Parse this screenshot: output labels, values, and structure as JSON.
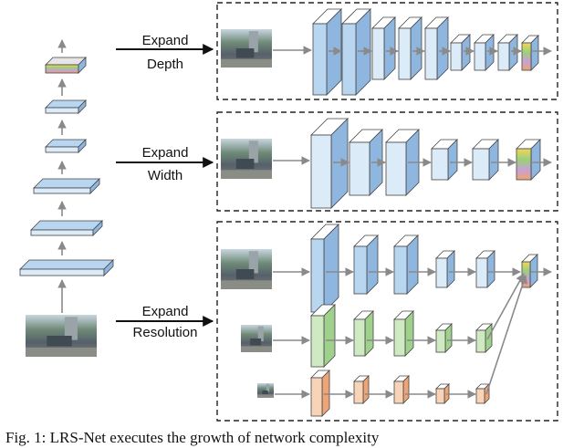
{
  "labels": {
    "depth_line1": "Expand",
    "depth_line2": "Depth",
    "width_line1": "Expand",
    "width_line2": "Width",
    "res_line1": "Expand",
    "res_line2": "Resolution"
  },
  "caption": "Fig. 1: LRS-Net executes the growth of network complexity",
  "colors": {
    "blue_face": "#b9d6f0",
    "blue_side": "#8fb6df",
    "light_face": "#dcebf8",
    "green_face": "#cfe9c2",
    "green_side": "#9fd18d",
    "orange_face": "#f7d3b8",
    "orange_side": "#eea477",
    "arrow": "#8a8a8a",
    "dash": "#222222"
  },
  "icons": [
    "street-photo-thumbnail",
    "feature-map-block",
    "gradient-output-block"
  ]
}
